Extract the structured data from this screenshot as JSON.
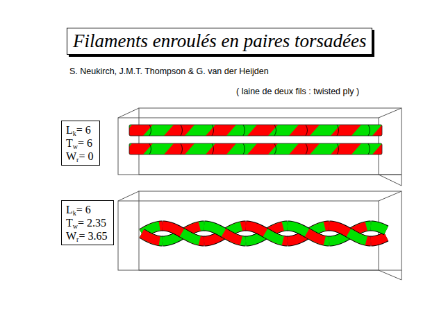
{
  "diagram": {
    "title": "Filaments enroulés en paires torsadées",
    "nodes": [
      {
        "text": [
          "Lk= 6",
          "Tw= 6",
          "Wr= 0"
        ]
      },
      {
        "text": [
          "Lk= 6",
          "Tw= 2.35",
          "Wr= 3.65"
        ]
      }
    ],
    "labels": [
      "S. Neukirch, J.M.T. Thompson & G. van der Heijden",
      "( laine de deux fils : twisted ply )"
    ]
  }
}
